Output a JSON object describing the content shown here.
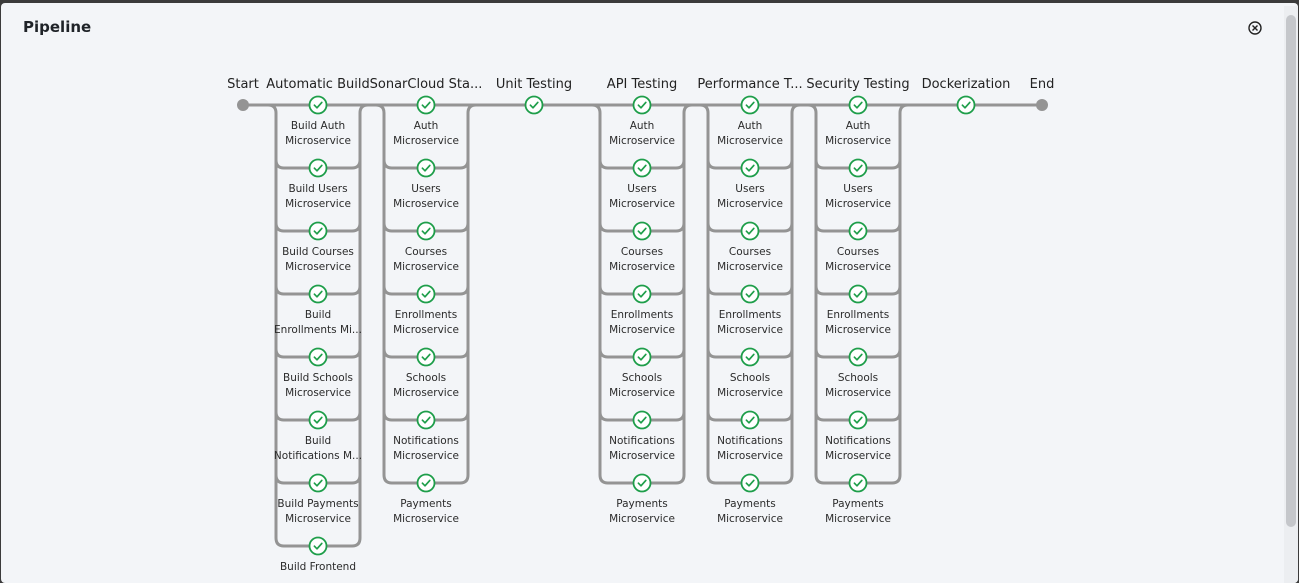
{
  "title": "Pipeline",
  "colors": {
    "track": "#949494",
    "success": "#1e9e4a",
    "background": "#f3f5f8"
  },
  "start_label": "Start",
  "end_label": "End",
  "stages": [
    {
      "label": "Automatic Build",
      "status": "success",
      "steps": [
        [
          "Build Auth",
          "Microservice"
        ],
        [
          "Build Users",
          "Microservice"
        ],
        [
          "Build Courses",
          "Microservice"
        ],
        [
          "Build",
          "Enrollments Mi..."
        ],
        [
          "Build Schools",
          "Microservice"
        ],
        [
          "Build",
          "Notifications M..."
        ],
        [
          "Build Payments",
          "Microservice"
        ],
        [
          "Build Frontend"
        ]
      ]
    },
    {
      "label": "SonarCloud Sta...",
      "status": "success",
      "steps": [
        [
          "Auth",
          "Microservice"
        ],
        [
          "Users",
          "Microservice"
        ],
        [
          "Courses",
          "Microservice"
        ],
        [
          "Enrollments",
          "Microservice"
        ],
        [
          "Schools",
          "Microservice"
        ],
        [
          "Notifications",
          "Microservice"
        ],
        [
          "Payments",
          "Microservice"
        ]
      ]
    },
    {
      "label": "Unit Testing",
      "status": "success",
      "steps": []
    },
    {
      "label": "API Testing",
      "status": "success",
      "steps": [
        [
          "Auth",
          "Microservice"
        ],
        [
          "Users",
          "Microservice"
        ],
        [
          "Courses",
          "Microservice"
        ],
        [
          "Enrollments",
          "Microservice"
        ],
        [
          "Schools",
          "Microservice"
        ],
        [
          "Notifications",
          "Microservice"
        ],
        [
          "Payments",
          "Microservice"
        ]
      ]
    },
    {
      "label": "Performance T...",
      "status": "success",
      "steps": [
        [
          "Auth",
          "Microservice"
        ],
        [
          "Users",
          "Microservice"
        ],
        [
          "Courses",
          "Microservice"
        ],
        [
          "Enrollments",
          "Microservice"
        ],
        [
          "Schools",
          "Microservice"
        ],
        [
          "Notifications",
          "Microservice"
        ],
        [
          "Payments",
          "Microservice"
        ]
      ]
    },
    {
      "label": "Security Testing",
      "status": "success",
      "steps": [
        [
          "Auth",
          "Microservice"
        ],
        [
          "Users",
          "Microservice"
        ],
        [
          "Courses",
          "Microservice"
        ],
        [
          "Enrollments",
          "Microservice"
        ],
        [
          "Schools",
          "Microservice"
        ],
        [
          "Notifications",
          "Microservice"
        ],
        [
          "Payments",
          "Microservice"
        ]
      ]
    },
    {
      "label": "Dockerization",
      "status": "success",
      "steps": []
    }
  ]
}
